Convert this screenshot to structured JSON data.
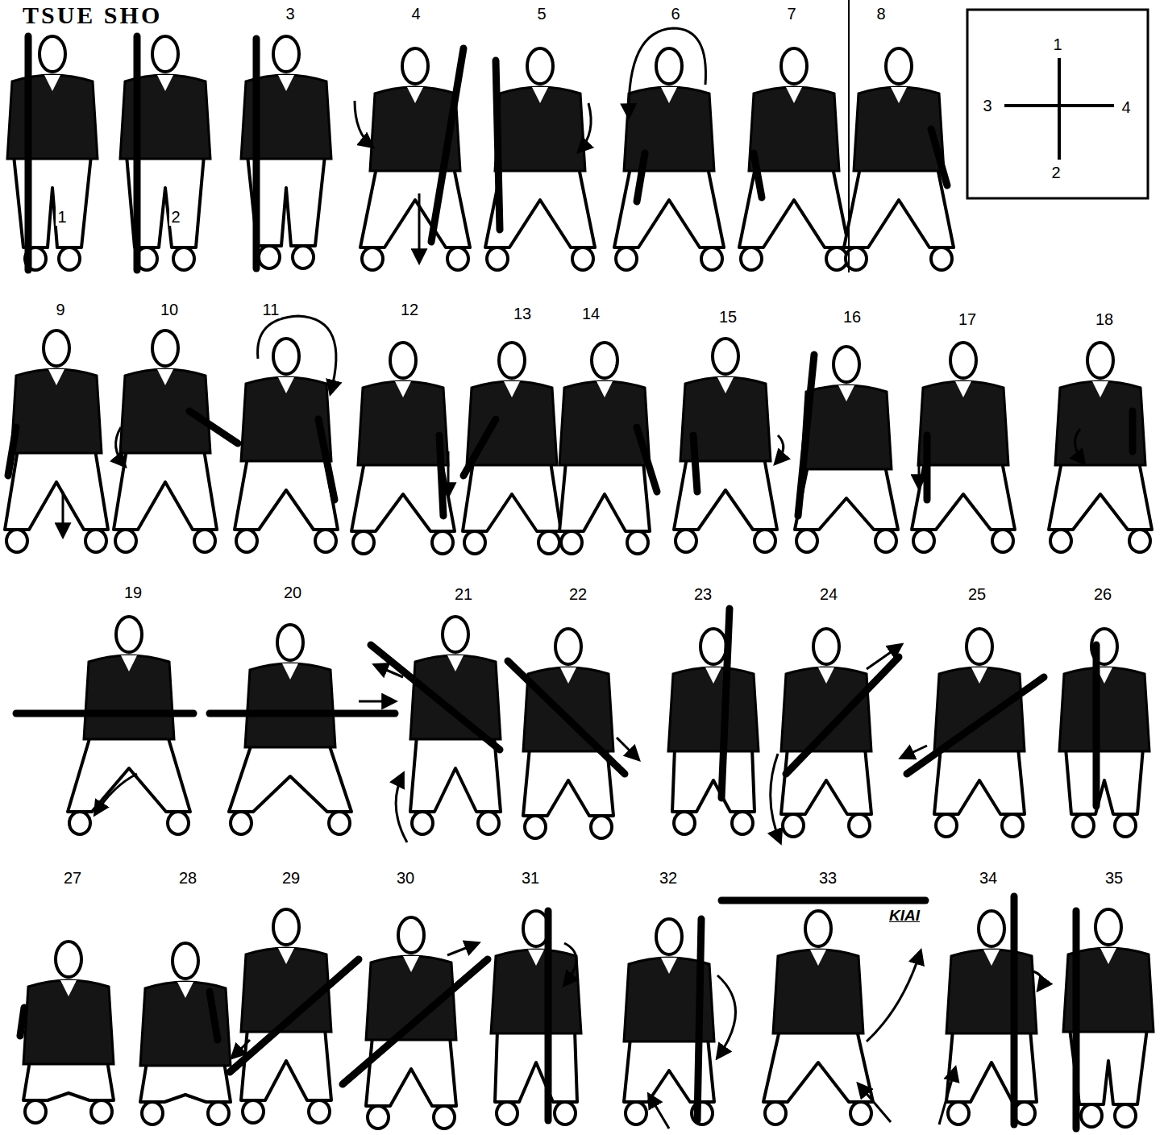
{
  "diagram": {
    "title": "TSUE SHO",
    "labels": [
      "1",
      "2",
      "3",
      "4",
      "5",
      "6",
      "7",
      "8",
      "9",
      "10",
      "11",
      "12",
      "13",
      "14",
      "15",
      "16",
      "17",
      "18",
      "19",
      "20",
      "21",
      "22",
      "23",
      "24",
      "25",
      "26",
      "27",
      "28",
      "29",
      "30",
      "31",
      "32",
      "33",
      "34",
      "35",
      "KIAI",
      "1",
      "3",
      "4",
      "2"
    ]
  }
}
